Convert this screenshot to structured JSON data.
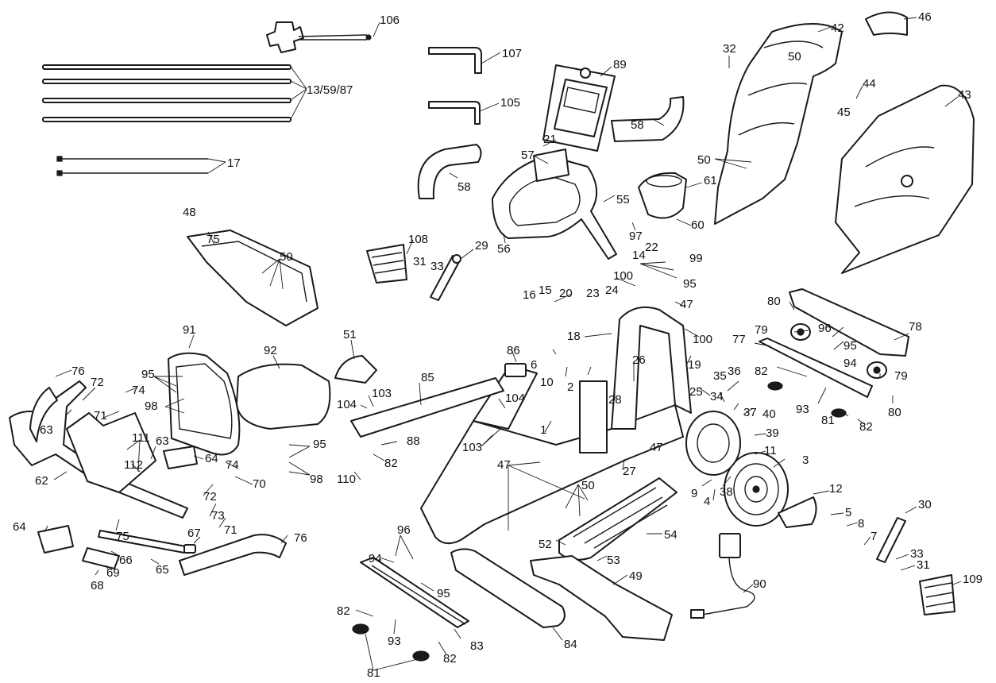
{
  "diagram": {
    "type": "exploded-parts-diagram",
    "line_color": "#1a1a1a",
    "background": "#ffffff",
    "callouts": [
      "106",
      "107",
      "105",
      "13/59/87",
      "17",
      "89",
      "21",
      "57",
      "58",
      "55",
      "32",
      "42",
      "50",
      "46",
      "44",
      "45",
      "43",
      "58",
      "50",
      "61",
      "60",
      "97",
      "56",
      "48",
      "75",
      "50",
      "108",
      "31",
      "33",
      "29",
      "22",
      "14",
      "99",
      "100",
      "95",
      "47",
      "23",
      "24",
      "16",
      "15",
      "20",
      "18",
      "100",
      "80",
      "79",
      "96",
      "95",
      "78",
      "77",
      "94",
      "82",
      "36",
      "91",
      "95",
      "98",
      "92",
      "51",
      "86",
      "6",
      "10",
      "2",
      "26",
      "19",
      "25",
      "35",
      "34",
      "37",
      "40",
      "39",
      "11",
      "3",
      "79",
      "80",
      "93",
      "81",
      "82",
      "76",
      "72",
      "74",
      "71",
      "63",
      "111",
      "112",
      "63",
      "64",
      "62",
      "95",
      "98",
      "104",
      "103",
      "85",
      "104",
      "103",
      "88",
      "82",
      "110",
      "74",
      "70",
      "72",
      "73",
      "71",
      "67",
      "76",
      "28",
      "27",
      "1",
      "47",
      "47",
      "50",
      "9",
      "4",
      "38",
      "12",
      "5",
      "8",
      "7",
      "30",
      "33",
      "31",
      "109",
      "90",
      "52",
      "54",
      "53",
      "49",
      "64",
      "66",
      "65",
      "75",
      "68",
      "69",
      "96",
      "94",
      "95",
      "82",
      "93",
      "83",
      "81",
      "82",
      "84"
    ]
  }
}
